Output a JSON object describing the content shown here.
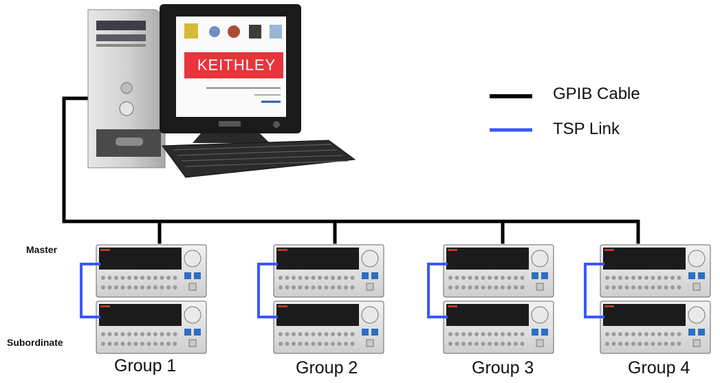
{
  "legend": {
    "gpib": {
      "label": "GPIB Cable",
      "color": "#000000"
    },
    "tsp": {
      "label": "TSP Link",
      "color": "#3a57ff"
    }
  },
  "monitor": {
    "brand_banner": "KEITHLEY",
    "subtitle": "Keithley Automated Test Suite",
    "banner_color": "#e8343c"
  },
  "roles": {
    "master": "Master",
    "subordinate": "Subordinate"
  },
  "groups": [
    {
      "label": "Group 1"
    },
    {
      "label": "Group 2"
    },
    {
      "label": "Group 3"
    },
    {
      "label": "Group 4"
    }
  ]
}
